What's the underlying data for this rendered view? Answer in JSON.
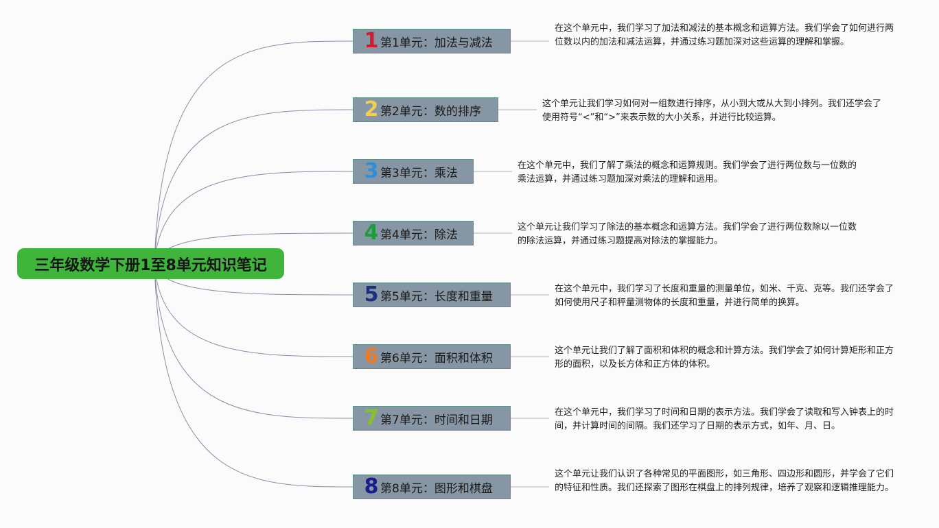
{
  "root": {
    "title": "三年级数学下册1至8单元知识笔记"
  },
  "units": [
    {
      "num": "1",
      "label": "第1单元：加法与减法",
      "color": "#d01c2c",
      "desc": "在这个单元中，我们学习了加法和减法的基本概念和运算方法。我们学会了如何进行两位数以内的加法和减法运算，并通过练习题加深对这些运算的理解和掌握。"
    },
    {
      "num": "2",
      "label": "第2单元：数的排序",
      "color": "#f2cf4c",
      "desc": "这个单元让我们学习如何对一组数进行排序，从小到大或从大到小排列。我们还学会了使用符号“<”和“>”来表示数的大小关系，并进行比较运算。"
    },
    {
      "num": "3",
      "label": "第3单元：乘法",
      "color": "#2e8fd8",
      "desc": "在这个单元中，我们了解了乘法的概念和运算规则。我们学会了进行两位数与一位数的乘法运算，并通过练习题加深对乘法的理解和运用。"
    },
    {
      "num": "4",
      "label": "第4单元：除法",
      "color": "#1f9c3a",
      "desc": "这个单元让我们学习了除法的基本概念和运算方法。我们学会了进行两位数除以一位数的除法运算，并通过练习题提高对除法的掌握能力。"
    },
    {
      "num": "5",
      "label": "第5单元：长度和重量",
      "color": "#1e2f7c",
      "desc": "在这个单元中，我们学习了长度和重量的测量单位，如米、千克、克等。我们还学会了如何使用尺子和秤量测物体的长度和重量，并进行简单的换算。"
    },
    {
      "num": "6",
      "label": "第6单元：面积和体积",
      "color": "#ec7a22",
      "desc": "这个单元让我们了解了面积和体积的概念和计算方法。我们学会了如何计算矩形和正方形的面积，以及长方体和正方体的体积。"
    },
    {
      "num": "7",
      "label": "第7单元：时间和日期",
      "color": "#87c22a",
      "desc": "在这个单元中，我们学习了时间和日期的表示方法。我们学会了读取和写入钟表上的时间，并计算时间的间隔。我们还学习了日期的表示方式，如年、月、日。"
    },
    {
      "num": "8",
      "label": "第8单元：图形和棋盘",
      "color": "#1a1a8c",
      "desc": "这个单元让我们认识了各种常见的平面图形，如三角形、四边形和圆形，并学会了它们的特征和性质。我们还探索了图形在棋盘上的排列规律，培养了观察和逻辑推理能力。"
    }
  ]
}
